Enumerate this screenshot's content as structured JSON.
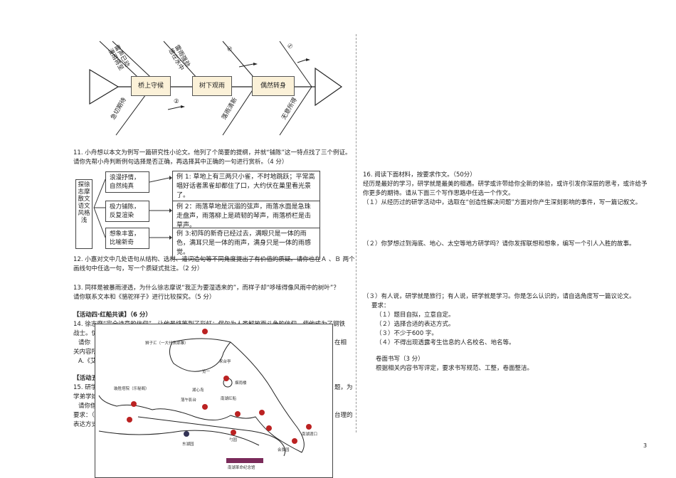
{
  "fishbone": {
    "stages": [
      "桥上守候",
      "树下观雨",
      "偶然转身"
    ],
    "upper_notes": [
      "雷声已动\n漫雨将至",
      "雷雨强劲\n悠在水中",
      "①",
      "①"
    ],
    "lower_notes": [
      "急切期待",
      "",
      "落雨清新",
      "无意所得"
    ],
    "circle_mark": "②"
  },
  "q11": {
    "text_l1": "11. 小舟想以本文为例写一篇研究性小论文。他列了个简要的提纲，并就“铺陈”这一特点找了三个例证。",
    "text_l2": "请你先帮小舟判断例句选择是否正确，再选择其中正确的一句进行赏析。（4 分）",
    "side_label": "探徐志摩散文语文风格浅",
    "boxes": [
      {
        "label": "浪漫抒情，\n自然纯真",
        "example": "例 1: 草地上有三两只小雀，不时地跳跃；平常高唱好话者黑雀却都住了口，大约伏在巢里看光景了。"
      },
      {
        "label": "极力铺陈，\n反复渲染",
        "example": "例 2：雨落草地是沉溺的弦声，雨落水面是急珠走盘声，雨落柳上是疏韧的琴声，雨落桥栏是击草声。"
      },
      {
        "label": "想象丰富，\n比喻新奇",
        "example": "例 3:初阵的新奇已经过去，满眼只是一体的雨色，满耳只是一体的雨声，满身只是一体的雨感觉。"
      }
    ]
  },
  "q12": {
    "l1": "12. 小嘉对文中几处语句从结构、选材、遣词造句等不同角度提出了有价值的质疑。请你也在Ａ 、Ｂ 两个",
    "l2": "画线句中任选一句，写一个质疑式批注。（2 分）"
  },
  "q13": {
    "l1": "13. 同样是被暴雨浸透，为什么徐志摩说“我正为要湿透来的”，而样子却“哆嗦得像风雨中的树叶”？",
    "l2": "请你联系文本和《骆驼祥子》进行比较探究。（5 分）"
  },
  "activity4": {
    "heading": "【活动四·红船共读】（6 分）",
    "q14_l1": "14. 徐志摩“完全诗意的信仰”，让他最终等到了彩虹；保尔为人类解放而斗争的信仰，使他成为了钢铁",
    "q14_l2": "战士。仿",
    "q14_l3": "请你",
    "q14_l3r": "在相",
    "q14_l4": "关内容所",
    "q14_l5": "A.《艾"
  },
  "activity5": {
    "heading": "【活动五",
    "q15_l1": "15. 研学",
    "q15_l1r": "题，为",
    "q15_l2": "学弟学妹",
    "q15_l3": "请你借助",
    "q15_l4": "要求：（",
    "q15_l4r": "台理的",
    "q15_l5": "表达方式"
  },
  "map": {
    "labels": [
      "狮子汇（一大代表部雕）",
      "来台亭",
      "览一",
      "烟雨楼",
      "湖心岛",
      "南湖红船",
      "璇胜塔院（乐秘阁）",
      "落午影台",
      "会景园",
      "南湖渡口",
      "勺园",
      "东湖园"
    ],
    "footer": "南湖革命纪念馆"
  },
  "q16": {
    "l1": "16. 阅读下面材料，按要求作文。（50分）",
    "l2": "经历是最好的学习，研学就是最美的相遇。研学或许带给你全新的体验，或许引发你深层的思考，或许给予",
    "l3": "你更多的期待。请从下面三个写作思路中任选一个作文。",
    "opt1": "（１）从经历过的研学活动中，选取在“创造性解决问题”方面对你产生深刻影响的事件，写一篇记叙文。",
    "opt2": "（２）你梦想过到海底、地心、太空等地方研学吗？请你发挥联想和想象，编写一个引人入胜的故事。",
    "opt3": "（３）有人说，研学就是旅行；有人说，研学就是学习。你是怎么认识的，请自选角度写一篇议论文。",
    "req_title": "要求：",
    "reqs": [
      "（１）题目自拟，立意自定。",
      "（２）选择合适的表达方式。",
      "（３）不少于600 字。",
      "（４）不得出现透露考生信息的人名校名、地名等。"
    ],
    "neat_title": "卷面书写（3 分）",
    "neat_text": "根据相关内容书写评定，要求书写规范、工整，卷面整洁。"
  },
  "page_number": "3"
}
